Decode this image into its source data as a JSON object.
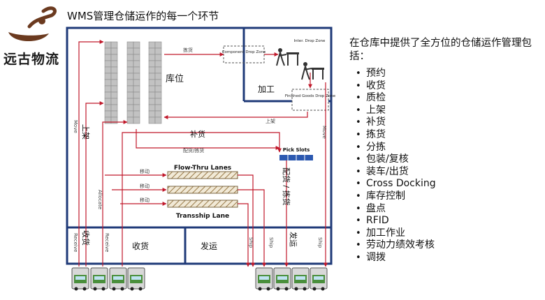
{
  "title": "WMS管理仓储运作的每一个环节",
  "logo": {
    "name": "远古物流"
  },
  "diagram": {
    "storage": "库位",
    "processing": "加工",
    "component_drop_zone": "Component Drop Zone",
    "inter_drop_zone": "Inter. Drop Zone",
    "finished_goods_drop_zone": "Finished Goods Drop Zone",
    "pick_slots": "Pick Slots",
    "flow_thru_lanes": "Flow-Thru Lanes",
    "transship_lane": "Transship Lane",
    "receiving": "收货",
    "shipping": "发运",
    "arrows": {
      "pick": "拣货",
      "putaway_in": "上架",
      "replenish": "补货",
      "distribute_pick": "配货/拣货",
      "putaway_left": "上架",
      "move_left": "Move",
      "move_right": "Move",
      "allocate": "Allocate",
      "receive_1": "Receive",
      "receive_2": "Receive",
      "receive_zh": "收货",
      "shipping_pick": "配货 / 拣货",
      "ship_1": "Ship",
      "ship_2": "Ship",
      "ship_3": "Ship",
      "ship_zh": "发运",
      "move_1": "移动",
      "move_2": "移动",
      "move_3": "移动"
    }
  },
  "panel": {
    "intro": "在仓库中提供了全方位的仓储运作管理包括：",
    "items": [
      "预约",
      "收货",
      "质检",
      "上架",
      "补货",
      "拣货",
      "分拣",
      "包装/复核",
      "装车/出货",
      "Cross Docking",
      "库存控制",
      "盘点",
      "RFID",
      "加工作业",
      "劳动力绩效考核",
      "调拨"
    ]
  },
  "colors": {
    "frame": "#1f3a78",
    "arrow": "#c0192b",
    "rack": "#c2c2c2",
    "truck": "#4a8f3c"
  }
}
